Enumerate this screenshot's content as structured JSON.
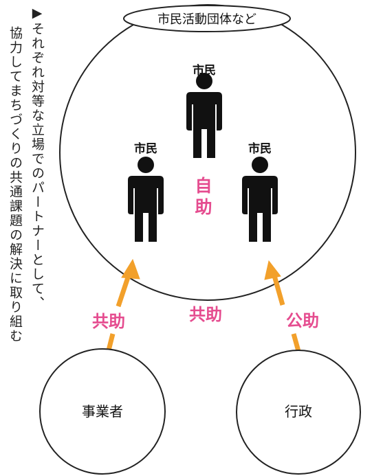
{
  "caption": {
    "line1": "▶それぞれ対等な立場でのパートナーとして、",
    "line2": "協力してまちづくりの共通課題の解決に取り組む"
  },
  "header_ellipse": {
    "label": "市民活動団体など"
  },
  "citizens": [
    {
      "label": "市民"
    },
    {
      "label": "市民"
    },
    {
      "label": "市民"
    }
  ],
  "self_help": {
    "line1": "自",
    "line2": "助"
  },
  "mutual_help_center": {
    "label": "共助"
  },
  "mutual_help_left": {
    "label": "共助"
  },
  "public_help": {
    "label": "公助"
  },
  "business": {
    "label": "事業者"
  },
  "government": {
    "label": "行政"
  },
  "colors": {
    "accent_pink": "#e54c8f",
    "arrow_orange": "#f2a02b",
    "line": "#222222",
    "figure": "#111111"
  }
}
